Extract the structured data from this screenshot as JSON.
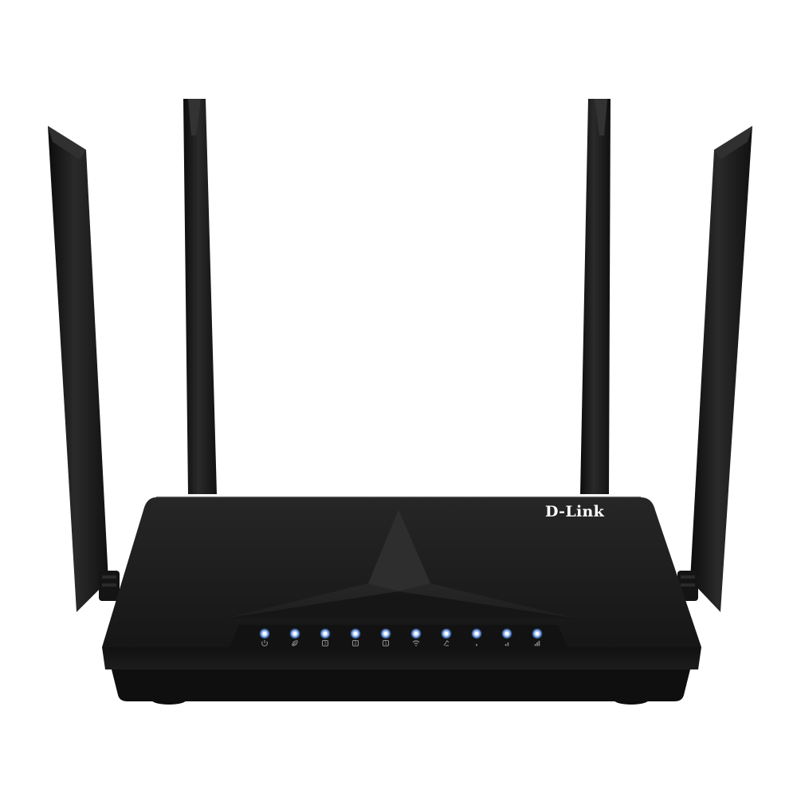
{
  "product": {
    "brand_label": "D-Link"
  },
  "colors": {
    "background": "#ffffff",
    "body": "#171717",
    "led": "#6ea8ff"
  },
  "leds": [
    {
      "icon": "power-icon"
    },
    {
      "icon": "leaf-icon"
    },
    {
      "icon": "lan-port-3-icon",
      "label": "3"
    },
    {
      "icon": "lan-port-2-icon",
      "label": "2"
    },
    {
      "icon": "lan-port-1-icon",
      "label": "1"
    },
    {
      "icon": "wifi-icon"
    },
    {
      "icon": "wan-icon"
    },
    {
      "icon": "signal-1-bar-icon"
    },
    {
      "icon": "signal-2-bar-icon"
    },
    {
      "icon": "signal-3-bar-icon"
    }
  ]
}
